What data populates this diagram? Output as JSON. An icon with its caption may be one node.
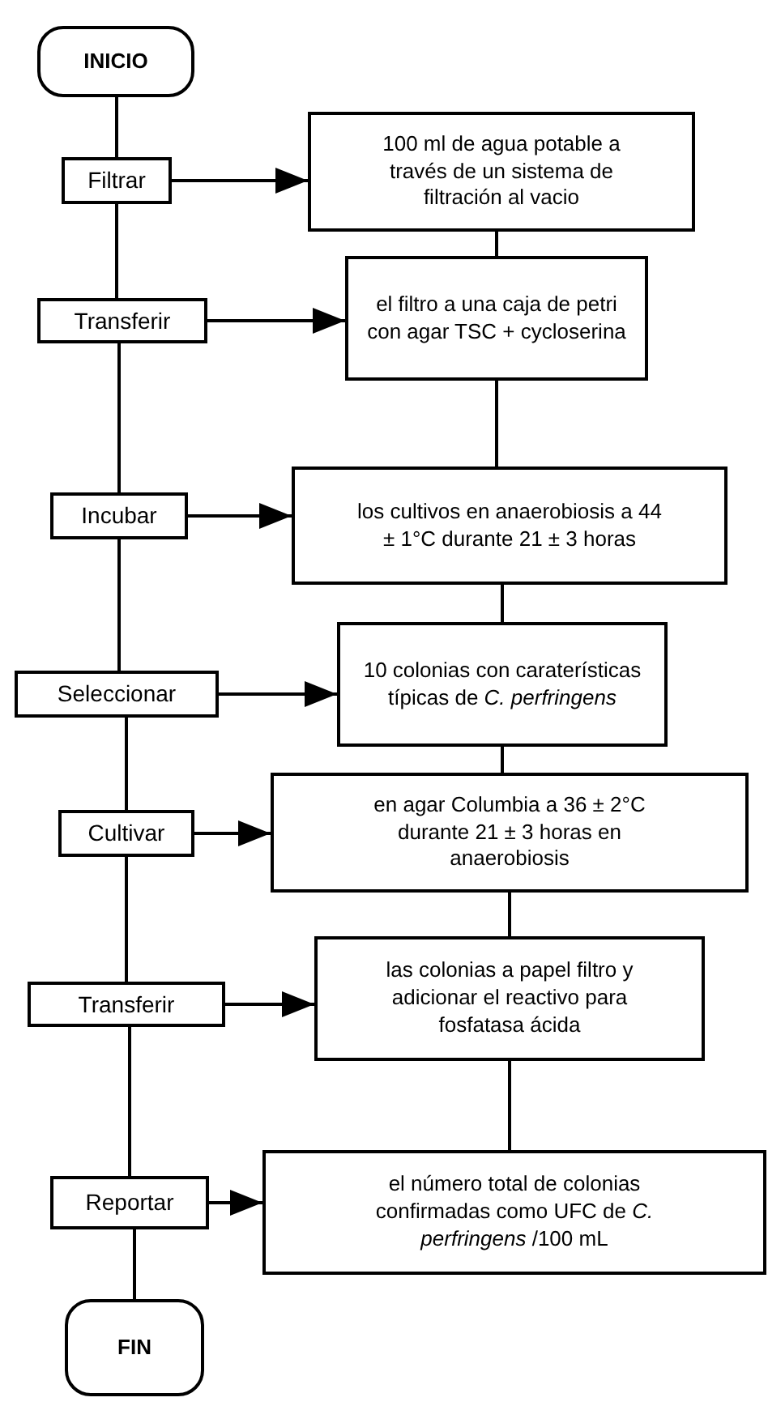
{
  "diagram": {
    "nodes": [
      {
        "text": [
          "INICIO"
        ]
      },
      {
        "text": [
          "Filtrar"
        ]
      },
      {
        "text": [
          "100 ml de agua potable a través de un sistema de filtración al vacio"
        ]
      },
      {
        "text": [
          "Transferir"
        ]
      },
      {
        "text": [
          "el filtro a una caja de petri con agar TSC + cycloserina"
        ]
      },
      {
        "text": [
          "Incubar"
        ]
      },
      {
        "text": [
          "los cultivos en anaerobiosis a  44 ± 1°C durante 21 ± 3 horas"
        ]
      },
      {
        "text": [
          "Seleccionar"
        ]
      },
      {
        "text": [
          "10 colonias con caraterísticas típicas de *C. perfringens*"
        ]
      },
      {
        "text": [
          "Cultivar"
        ]
      },
      {
        "text": [
          "en agar Columbia a 36 ± 2°C durante 21 ± 3 horas en anaerobiosis"
        ]
      },
      {
        "text": [
          "Transferir"
        ]
      },
      {
        "text": [
          "las colonias a papel filtro y adicionar el reactivo para fosfatasa ácida"
        ]
      },
      {
        "text": [
          "Reportar"
        ]
      },
      {
        "text": [
          "el número total de colonias confirmadas como UFC de *C. perfringens* /100 mL"
        ]
      },
      {
        "text": [
          "FIN"
        ]
      }
    ],
    "edges": [
      {
        "from": 0,
        "to": 1,
        "arrow": "none"
      },
      {
        "from": 1,
        "to": 2,
        "arrow": "to"
      },
      {
        "from": 1,
        "to": 3,
        "arrow": "none"
      },
      {
        "from": 2,
        "to": 4,
        "arrow": "none"
      },
      {
        "from": 3,
        "to": 4,
        "arrow": "to"
      },
      {
        "from": 3,
        "to": 5,
        "arrow": "none"
      },
      {
        "from": 4,
        "to": 6,
        "arrow": "none"
      },
      {
        "from": 5,
        "to": 6,
        "arrow": "to"
      },
      {
        "from": 5,
        "to": 7,
        "arrow": "none"
      },
      {
        "from": 6,
        "to": 8,
        "arrow": "none"
      },
      {
        "from": 7,
        "to": 8,
        "arrow": "to"
      },
      {
        "from": 7,
        "to": 9,
        "arrow": "none"
      },
      {
        "from": 8,
        "to": 10,
        "arrow": "none"
      },
      {
        "from": 9,
        "to": 10,
        "arrow": "to"
      },
      {
        "from": 9,
        "to": 11,
        "arrow": "none"
      },
      {
        "from": 10,
        "to": 12,
        "arrow": "none"
      },
      {
        "from": 11,
        "to": 12,
        "arrow": "to"
      },
      {
        "from": 11,
        "to": 13,
        "arrow": "none"
      },
      {
        "from": 12,
        "to": 14,
        "arrow": "none"
      },
      {
        "from": 13,
        "to": 14,
        "arrow": "to"
      },
      {
        "from": 13,
        "to": 15,
        "arrow": "none"
      }
    ]
  }
}
